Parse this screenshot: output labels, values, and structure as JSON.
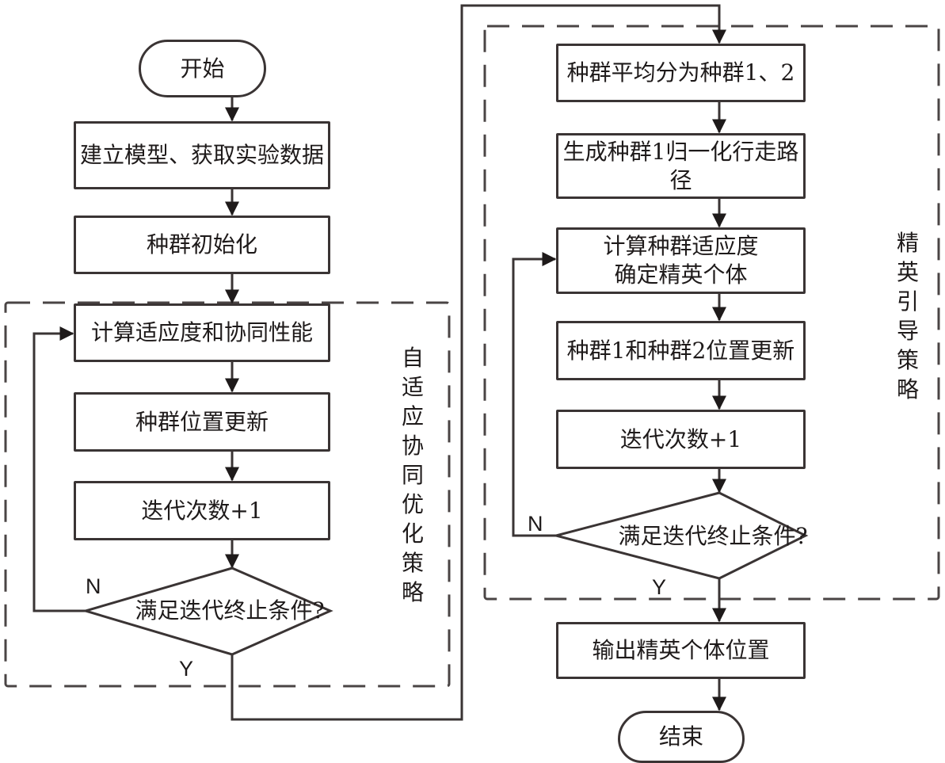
{
  "diagram": {
    "type": "flowchart",
    "left_column": {
      "start": "开始",
      "step_build_model": "建立模型、获取实验数据",
      "step_init_population": "种群初始化",
      "step_compute_fitness": "计算适应度和协同性能",
      "step_update_position": "种群位置更新",
      "step_iterate": "迭代次数+1",
      "decision": "满足迭代终止条件?",
      "no_label": "N",
      "yes_label": "Y",
      "group_label": "自适应协同优化策略"
    },
    "right_column": {
      "step_split": "种群平均分为种群1、2",
      "step_generate_path": "生成种群1归一化行走路径",
      "step_compute_elite": "计算种群适应度\n确定精英个体",
      "step_update_both": "种群1和种群2位置更新",
      "step_iterate": "迭代次数+1",
      "decision": "满足迭代终止条件?",
      "no_label": "N",
      "yes_label": "Y",
      "group_label": "精英引导策略",
      "output": "输出精英个体位置",
      "end": "结束"
    },
    "colors": {
      "stroke": "#3a3434",
      "dash": "#4a4444",
      "text": "#1e1a1a",
      "background": "#ffffff"
    }
  }
}
